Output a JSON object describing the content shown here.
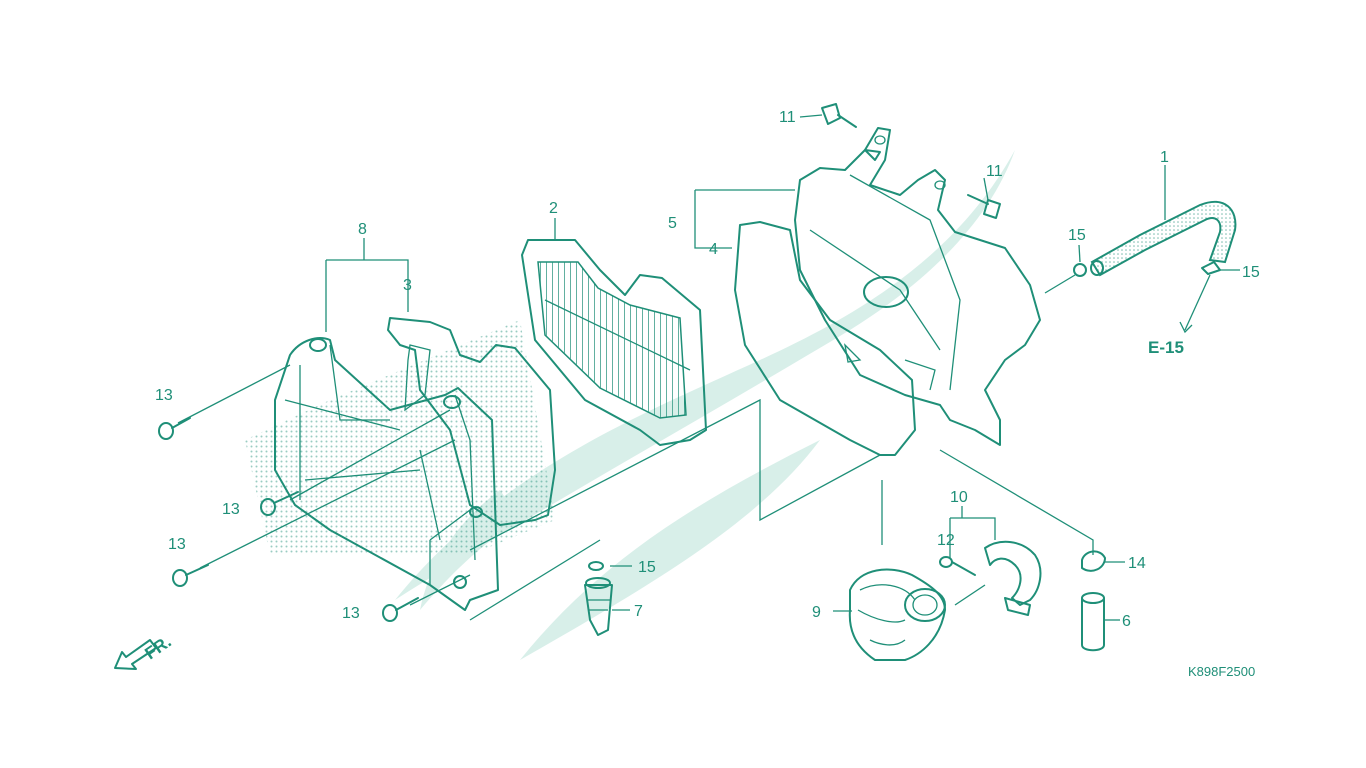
{
  "diagram": {
    "colors": {
      "ink": "#1f8f78",
      "watermark": "#d8efe9",
      "stipple": "#1f8f78"
    },
    "callouts": {
      "c1": "1",
      "c2": "2",
      "c3": "3",
      "c4": "4",
      "c5": "5",
      "c6": "6",
      "c7": "7",
      "c8": "8",
      "c9": "9",
      "c10": "10",
      "c11a": "11",
      "c11b": "11",
      "c12": "12",
      "c13a": "13",
      "c13b": "13",
      "c13c": "13",
      "c13d": "13",
      "c14": "14",
      "c15a": "15",
      "c15b": "15",
      "c15c": "15"
    },
    "reference": "E-15",
    "direction_label": "FR.",
    "drawing_code": "K898F2500",
    "icons": [
      "front-direction-arrow-icon",
      "honda-wing-watermark"
    ]
  }
}
